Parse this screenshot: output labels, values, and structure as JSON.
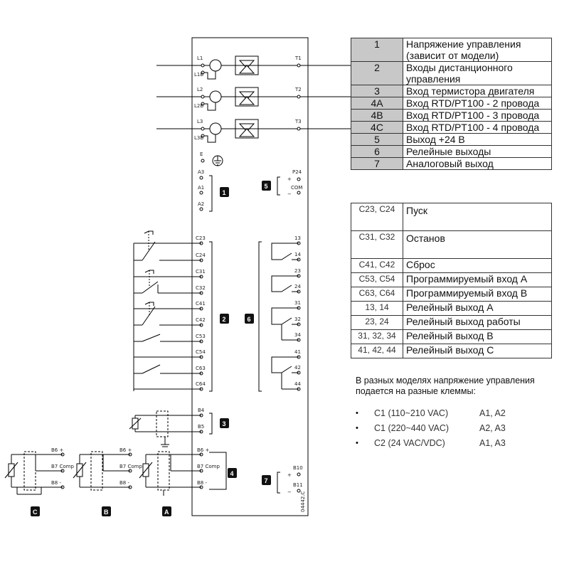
{
  "diagram": {
    "phase_inputs": [
      "L1",
      "L2",
      "L3"
    ],
    "bypass_inputs": [
      "L1B",
      "L2B",
      "L3B"
    ],
    "phase_outputs": [
      "T1",
      "T2",
      "T3"
    ],
    "earth": "E",
    "control_voltage_terminals": [
      "A3",
      "A1",
      "A2"
    ],
    "output_24v": {
      "plus": "P24",
      "common": "COM",
      "plus_sign": "+",
      "minus_sign": "−"
    },
    "remote_inputs": [
      "C23",
      "C24",
      "C31",
      "C32",
      "C41",
      "C42",
      "C53",
      "C54",
      "C63",
      "C64"
    ],
    "relay_outputs": [
      "13",
      "14",
      "23",
      "24",
      "31",
      "32",
      "34",
      "41",
      "42",
      "44"
    ],
    "thermistor_terminals": [
      "B4",
      "B5"
    ],
    "rtd_terminals": [
      "B6 +",
      "B7 Comp",
      "B8 -"
    ],
    "analog_output": {
      "terminals": [
        "B10",
        "B11"
      ],
      "plus_sign": "+",
      "minus_sign": "−"
    },
    "badges": [
      "1",
      "2",
      "3",
      "4",
      "5",
      "6",
      "7"
    ],
    "variant_badges": [
      "C",
      "B",
      "A"
    ],
    "figure_code": "04442.C"
  },
  "legend_main": [
    {
      "num": "1",
      "desc": "Напряжение управления (зависит от модели)"
    },
    {
      "num": "2",
      "desc": "Входы дистанционного управления"
    },
    {
      "num": "3",
      "desc": "Вход термистора двигателя"
    },
    {
      "num": "4A",
      "desc": "Вход RTD/PT100 - 2 провода"
    },
    {
      "num": "4B",
      "desc": "Вход RTD/PT100 - 3 провода"
    },
    {
      "num": "4C",
      "desc": "Вход RTD/PT100 - 4 провода"
    },
    {
      "num": "5",
      "desc": "Выход +24 В"
    },
    {
      "num": "6",
      "desc": "Релейные выходы"
    },
    {
      "num": "7",
      "desc": "Аналоговый выход"
    }
  ],
  "legend_terminals": [
    {
      "code": "C23, C24",
      "desc": "Пуск"
    },
    {
      "code": "C31, C32",
      "desc": "Останов"
    },
    {
      "code": "C41, C42",
      "desc": "Сброс"
    },
    {
      "code": "C53, C54",
      "desc": "Программируемый вход A"
    },
    {
      "code": "C63, C64",
      "desc": "Программируемый вход B"
    },
    {
      "code": "13, 14",
      "desc": "Релейный выход A"
    },
    {
      "code": "23, 24",
      "desc": "Релейный выход работы"
    },
    {
      "code": "31, 32, 34",
      "desc": "Релейный выход B"
    },
    {
      "code": "41, 42, 44",
      "desc": "Релейный выход C"
    }
  ],
  "note": "В разных моделях напряжение управления подается на разные клеммы:",
  "models": [
    {
      "bullet": "•",
      "range": "C1 (110~210 VAC)",
      "terminals": "A1, A2"
    },
    {
      "bullet": "•",
      "range": "C1 (220~440 VAC)",
      "terminals": "A2, A3"
    },
    {
      "bullet": "•",
      "range": "C2 (24 VAC/VDC)",
      "terminals": "A1, A3"
    }
  ]
}
